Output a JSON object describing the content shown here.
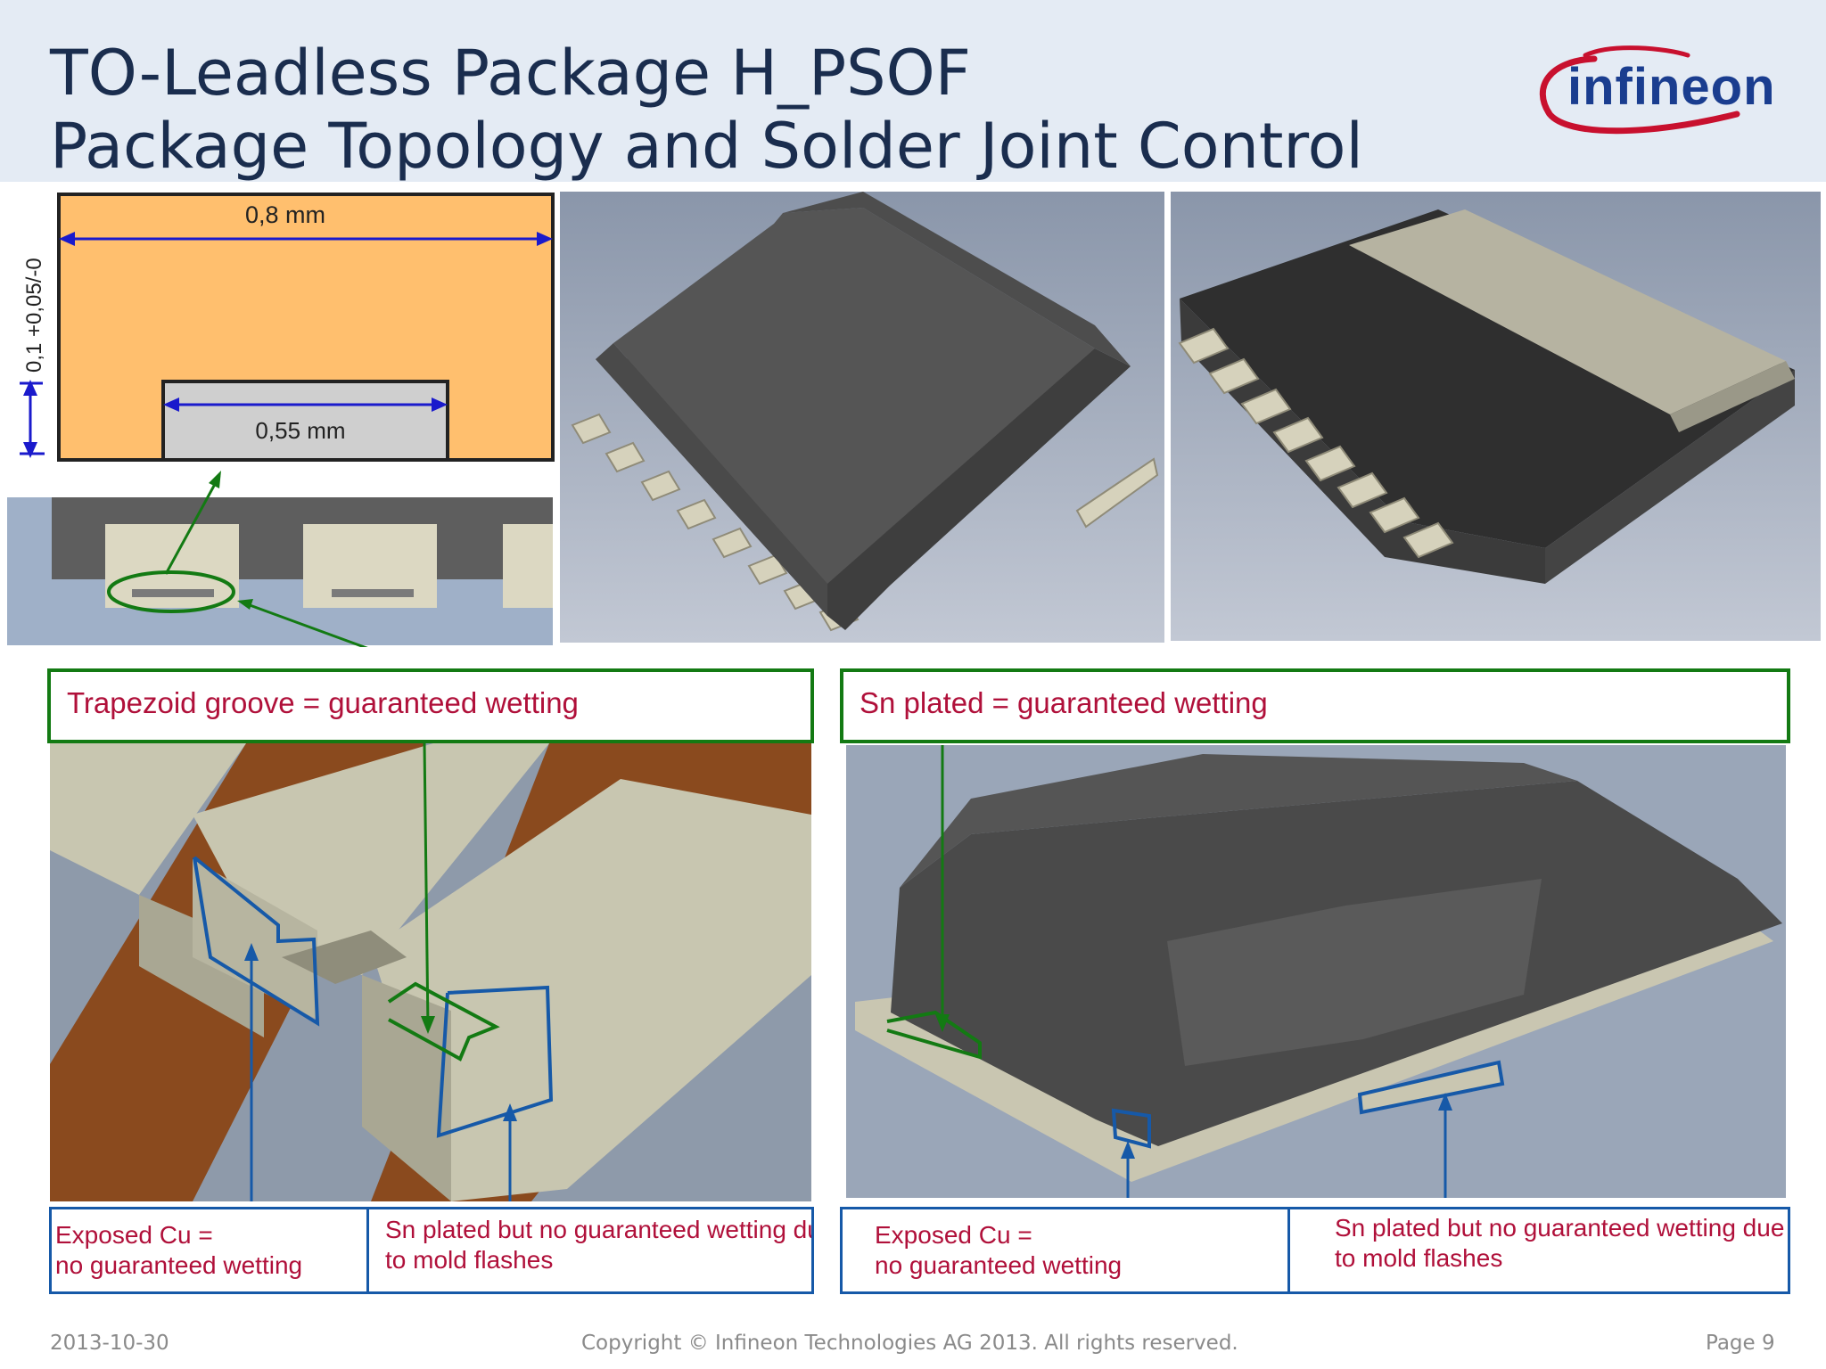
{
  "header": {
    "title_line1": "TO-Leadless Package H_PSOF",
    "title_line2": "Package Topology and Solder Joint Control",
    "logo_text": "infineon"
  },
  "drawing": {
    "width_label": "0,8 mm",
    "groove_label": "0,55 mm",
    "height_label": "0,1 +0,05/-0"
  },
  "callouts": {
    "left": "Trapezoid groove = guaranteed wetting",
    "right": "Sn plated = guaranteed wetting"
  },
  "bottom_left": {
    "cell1": [
      "Exposed Cu =",
      "no guaranteed wetting"
    ],
    "cell2": [
      "Sn plated but no guaranteed wetting due",
      "to mold flashes"
    ]
  },
  "bottom_right": {
    "cell1": [
      "Exposed Cu =",
      "no guaranteed wetting"
    ],
    "cell2": [
      "Sn plated but no guaranteed wetting due",
      "to mold flashes"
    ]
  },
  "footer": {
    "date": "2013-10-30",
    "copyright": "Copyright © Infineon Technologies AG 2013. All rights reserved.",
    "page": "Page 9"
  },
  "colors": {
    "title": "#1a2d4e",
    "callout_border": "#137a13",
    "callout_text": "#b0103a",
    "annotation_blue": "#1659a8",
    "copper_fill": "#ffbf6e",
    "logo_red": "#c8102e",
    "logo_blue": "#1a3d8f"
  }
}
